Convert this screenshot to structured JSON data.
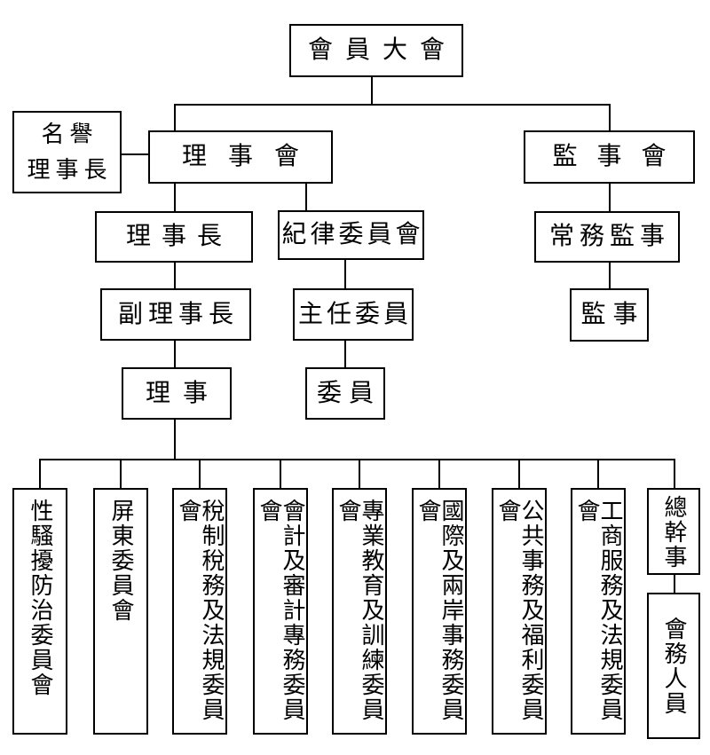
{
  "diagram_title": "association-organization-chart",
  "colors": {
    "line": "#000000",
    "background": "#ffffff",
    "text": "#000000",
    "border": "#000000"
  },
  "nodes": {
    "assembly": "會員大會",
    "honorary_lines": [
      "名譽",
      "理事長"
    ],
    "board": "理事會",
    "supervisory_board": "監事會",
    "chairman": "理事長",
    "discipline_committee": "紀律委員會",
    "standing_supervisor": "常務監事",
    "vice_chairman": "副理事長",
    "chief_commissioner": "主任委員",
    "supervisor": "監事",
    "director": "理事",
    "commissioner": "委員",
    "committees": [
      "性騷擾防治委員會",
      "屏東委員會",
      "稅制稅務及法規委員會",
      "會計及審計專務委員會",
      "專業教育及訓練委員會",
      "國際及兩岸事務委員會",
      "公共事務及福利委員會",
      "工商服務及法規委員會"
    ],
    "secretary_general": "總幹事",
    "staff": "會務人員"
  },
  "edges": [
    [
      "會員大會",
      "理事會"
    ],
    [
      "會員大會",
      "監事會"
    ],
    [
      "名譽理事長",
      "理事會"
    ],
    [
      "理事會",
      "理事長"
    ],
    [
      "理事會",
      "紀律委員會"
    ],
    [
      "監事會",
      "常務監事"
    ],
    [
      "常務監事",
      "監事"
    ],
    [
      "理事長",
      "副理事長"
    ],
    [
      "副理事長",
      "理事"
    ],
    [
      "紀律委員會",
      "主任委員"
    ],
    [
      "主任委員",
      "委員"
    ],
    [
      "理事",
      "性騷擾防治委員會"
    ],
    [
      "理事",
      "屏東委員會"
    ],
    [
      "理事",
      "稅制稅務及法規委員會"
    ],
    [
      "理事",
      "會計及審計專務委員會"
    ],
    [
      "理事",
      "專業教育及訓練委員會"
    ],
    [
      "理事",
      "國際及兩岸事務委員會"
    ],
    [
      "理事",
      "公共事務及福利委員會"
    ],
    [
      "理事",
      "工商服務及法規委員會"
    ],
    [
      "理事",
      "總幹事"
    ],
    [
      "總幹事",
      "會務人員"
    ]
  ]
}
